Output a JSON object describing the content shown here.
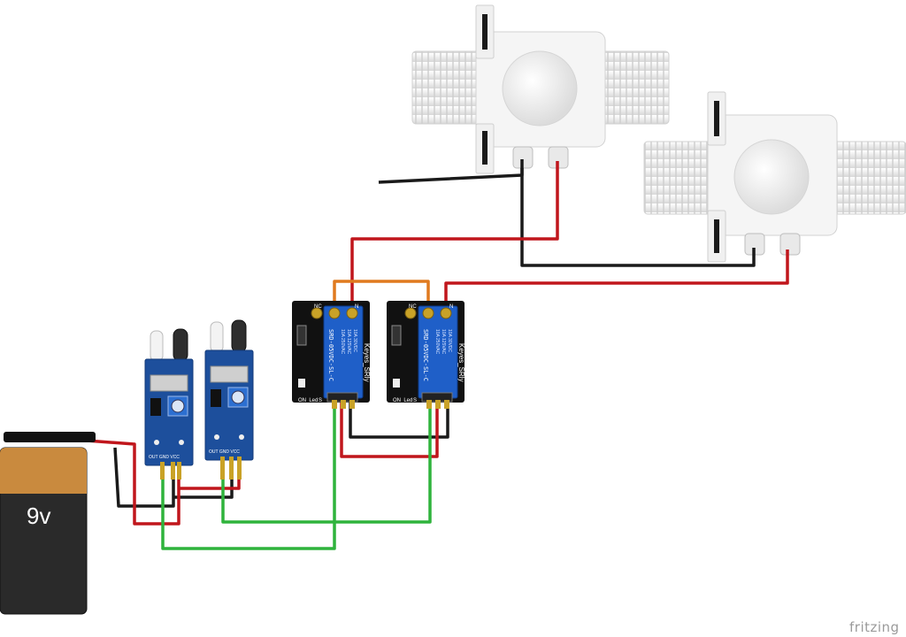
{
  "diagram": {
    "brand": "fritzing",
    "battery": {
      "label": "9v"
    },
    "sensors": [
      {
        "pin_labels": "OUT GND VCC"
      },
      {
        "pin_labels": "OUT GND VCC"
      }
    ],
    "relays": [
      {
        "model": "SRD-05VDC-SL-C",
        "brand": "Keyes_SRly",
        "nc_label": "NC",
        "no_label": "N",
        "led_label": "ON_Led",
        "s_label": "S",
        "ratings": [
          "10A 250VAC",
          "10A 125VAC",
          "10A 30VDC",
          "10A 28VDC"
        ]
      },
      {
        "model": "SRD-05VDC-SL-C",
        "brand": "Keyes_SRly",
        "nc_label": "NC",
        "no_label": "N",
        "led_label": "ON_Led",
        "s_label": "S",
        "ratings": [
          "10A 250VAC",
          "10A 125VAC",
          "10A 30VDC",
          "10A 28VDC"
        ]
      }
    ],
    "valves": [
      {},
      {}
    ],
    "colors": {
      "wire_red": "#c0161c",
      "wire_black": "#1a1a1a",
      "wire_green": "#2fb33c",
      "wire_orange": "#e07a1f",
      "pcb_blue": "#1d4f9c",
      "relay_blue": "#1f5fc8",
      "battery_copper": "#c98a3e",
      "battery_black": "#2a2a2a",
      "valve_white": "#f2f2f2"
    }
  }
}
